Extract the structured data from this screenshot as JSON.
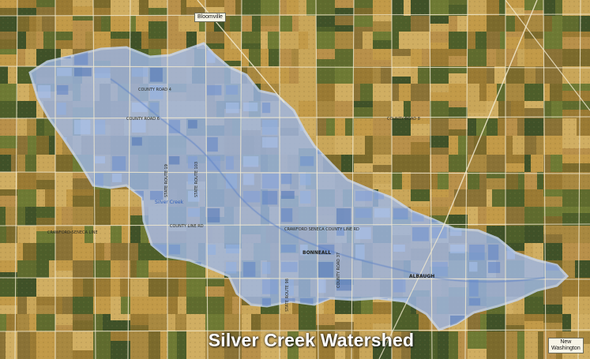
{
  "map": {
    "title": "Silver Creek Watershed",
    "towns": [
      {
        "id": "bloomville",
        "label": "Bloomville"
      },
      {
        "id": "new-washington",
        "label": "New\nWashington"
      }
    ],
    "place_labels": [
      "BONNEALL",
      "ALBAUGH"
    ],
    "water_label": "Silver Creek",
    "road_labels": [
      "COUNTY ROAD 6",
      "COUNTY ROAD 4",
      "COUNTY ROAD 8",
      "CRAWFORD-SENECA LINE",
      "COUNTY LINE RD",
      "CRAWFORD SENECA COUNTY LINE RD",
      "STATE ROUTE 19",
      "STATE ROUTE 98",
      "STATE ROUTE 103",
      "COUNTY ROAD 37"
    ],
    "colors": {
      "watershed_fill": "#9fb8e6",
      "watershed_edge": "#b9cdf0",
      "farmland": "#b08a3c",
      "road": "#f2ead0",
      "title": "#ffffff"
    }
  }
}
